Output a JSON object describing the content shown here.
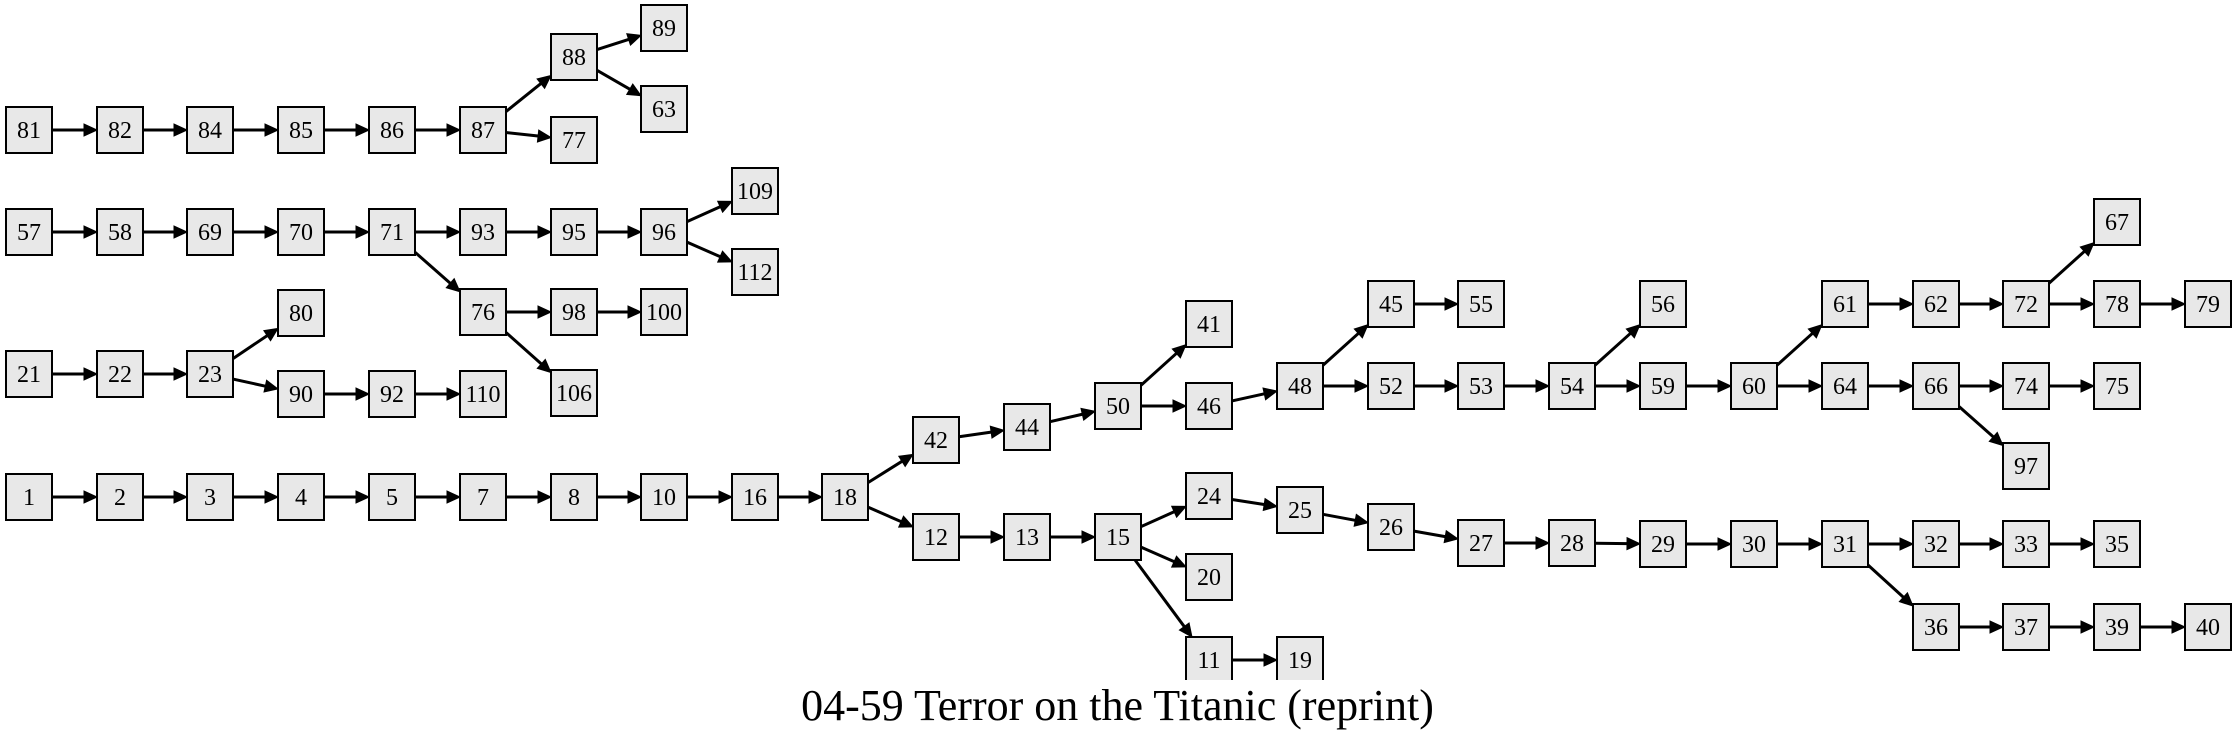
{
  "title": "04-59 Terror on the Titanic (reprint)",
  "style": {
    "node_fill": "#e8e8e8",
    "stroke": "#000000",
    "background": "#ffffff"
  },
  "nodes": [
    "1",
    "2",
    "3",
    "4",
    "5",
    "7",
    "8",
    "10",
    "16",
    "18",
    "42",
    "12",
    "44",
    "50",
    "41",
    "46",
    "48",
    "45",
    "55",
    "52",
    "53",
    "54",
    "56",
    "59",
    "60",
    "61",
    "62",
    "72",
    "67",
    "78",
    "79",
    "64",
    "66",
    "74",
    "75",
    "97",
    "13",
    "15",
    "24",
    "20",
    "11",
    "19",
    "25",
    "26",
    "27",
    "28",
    "29",
    "30",
    "31",
    "32",
    "33",
    "35",
    "36",
    "37",
    "39",
    "40",
    "81",
    "82",
    "84",
    "85",
    "86",
    "87",
    "88",
    "89",
    "63",
    "77",
    "57",
    "58",
    "69",
    "70",
    "71",
    "93",
    "95",
    "96",
    "109",
    "112",
    "76",
    "98",
    "100",
    "106",
    "21",
    "22",
    "23",
    "80",
    "90",
    "92",
    "110"
  ],
  "edges": [
    [
      "1",
      "2"
    ],
    [
      "2",
      "3"
    ],
    [
      "3",
      "4"
    ],
    [
      "4",
      "5"
    ],
    [
      "5",
      "7"
    ],
    [
      "7",
      "8"
    ],
    [
      "8",
      "10"
    ],
    [
      "10",
      "16"
    ],
    [
      "16",
      "18"
    ],
    [
      "18",
      "42"
    ],
    [
      "18",
      "12"
    ],
    [
      "42",
      "44"
    ],
    [
      "44",
      "50"
    ],
    [
      "50",
      "41"
    ],
    [
      "50",
      "46"
    ],
    [
      "46",
      "48"
    ],
    [
      "48",
      "45"
    ],
    [
      "48",
      "52"
    ],
    [
      "45",
      "55"
    ],
    [
      "52",
      "53"
    ],
    [
      "53",
      "54"
    ],
    [
      "54",
      "56"
    ],
    [
      "54",
      "59"
    ],
    [
      "59",
      "60"
    ],
    [
      "60",
      "61"
    ],
    [
      "60",
      "64"
    ],
    [
      "61",
      "62"
    ],
    [
      "62",
      "72"
    ],
    [
      "72",
      "67"
    ],
    [
      "72",
      "78"
    ],
    [
      "78",
      "79"
    ],
    [
      "64",
      "66"
    ],
    [
      "66",
      "74"
    ],
    [
      "66",
      "97"
    ],
    [
      "74",
      "75"
    ],
    [
      "12",
      "13"
    ],
    [
      "13",
      "15"
    ],
    [
      "15",
      "24"
    ],
    [
      "15",
      "20"
    ],
    [
      "15",
      "11"
    ],
    [
      "11",
      "19"
    ],
    [
      "24",
      "25"
    ],
    [
      "25",
      "26"
    ],
    [
      "26",
      "27"
    ],
    [
      "27",
      "28"
    ],
    [
      "28",
      "29"
    ],
    [
      "29",
      "30"
    ],
    [
      "30",
      "31"
    ],
    [
      "31",
      "32"
    ],
    [
      "31",
      "36"
    ],
    [
      "32",
      "33"
    ],
    [
      "33",
      "35"
    ],
    [
      "36",
      "37"
    ],
    [
      "37",
      "39"
    ],
    [
      "39",
      "40"
    ],
    [
      "81",
      "82"
    ],
    [
      "82",
      "84"
    ],
    [
      "84",
      "85"
    ],
    [
      "85",
      "86"
    ],
    [
      "86",
      "87"
    ],
    [
      "87",
      "88"
    ],
    [
      "87",
      "77"
    ],
    [
      "88",
      "89"
    ],
    [
      "88",
      "63"
    ],
    [
      "57",
      "58"
    ],
    [
      "58",
      "69"
    ],
    [
      "69",
      "70"
    ],
    [
      "70",
      "71"
    ],
    [
      "71",
      "93"
    ],
    [
      "71",
      "76"
    ],
    [
      "93",
      "95"
    ],
    [
      "95",
      "96"
    ],
    [
      "96",
      "109"
    ],
    [
      "96",
      "112"
    ],
    [
      "76",
      "98"
    ],
    [
      "76",
      "106"
    ],
    [
      "98",
      "100"
    ],
    [
      "21",
      "22"
    ],
    [
      "22",
      "23"
    ],
    [
      "23",
      "80"
    ],
    [
      "23",
      "90"
    ],
    [
      "90",
      "92"
    ],
    [
      "92",
      "110"
    ]
  ]
}
